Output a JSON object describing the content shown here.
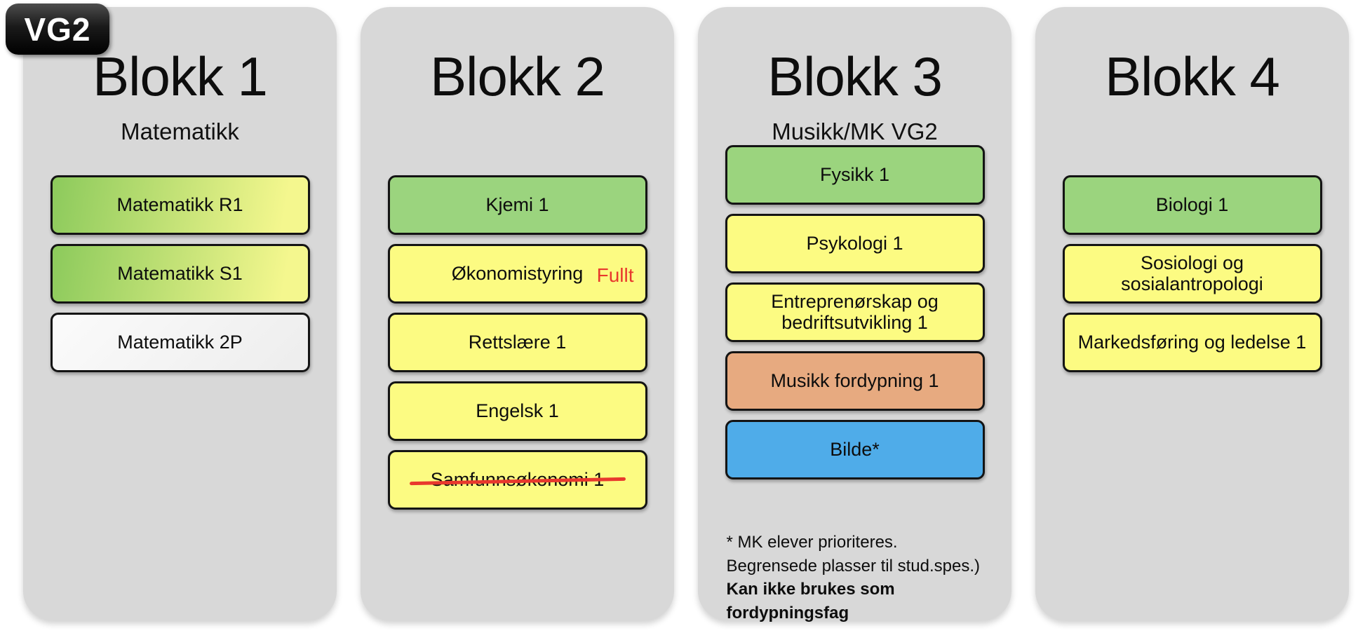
{
  "badge": {
    "label": "VG2"
  },
  "colors": {
    "card_bg": "#D8D8D8",
    "yellow": "#FCFB82",
    "green": "#9BD47E",
    "orange": "#E7AA80",
    "blue": "#4FACE9",
    "red": "#E8382D",
    "gradient_green": "#8CCA5C",
    "gradient_yellow": "#F4F78E"
  },
  "blocks": [
    {
      "title": "Blokk 1",
      "subtitle": "Matematikk",
      "courses": [
        {
          "label": "Matematikk R1",
          "style": "gradient"
        },
        {
          "label": "Matematikk S1",
          "style": "gradient"
        },
        {
          "label": "Matematikk 2P",
          "style": "white"
        }
      ]
    },
    {
      "title": "Blokk 2",
      "subtitle": "",
      "courses": [
        {
          "label": "Kjemi 1",
          "style": "green"
        },
        {
          "label": "Økonomistyring",
          "style": "yellow",
          "tag": "Fullt"
        },
        {
          "label": "Rettslære 1",
          "style": "yellow"
        },
        {
          "label": "Engelsk 1",
          "style": "yellow"
        },
        {
          "label": "Samfunnsøkonomi 1",
          "style": "yellow",
          "struck": true
        }
      ]
    },
    {
      "title": "Blokk 3",
      "subtitle": "Musikk/MK VG2",
      "courses": [
        {
          "label": "Fysikk 1",
          "style": "green"
        },
        {
          "label": "Psykologi 1",
          "style": "yellow"
        },
        {
          "label": "Entreprenørskap og bedriftsutvikling 1",
          "style": "yellow"
        },
        {
          "label": "Musikk fordypning 1",
          "style": "orange"
        },
        {
          "label": "Bilde*",
          "style": "blue"
        }
      ],
      "footnote": {
        "normal": "*  MK elever prioriteres. Begrensede plasser til stud.spes.) ",
        "bold": "Kan ikke brukes som fordypningsfag"
      }
    },
    {
      "title": "Blokk 4",
      "subtitle": "",
      "courses": [
        {
          "label": "Biologi 1",
          "style": "green"
        },
        {
          "label": "Sosiologi og sosialantropologi",
          "style": "yellow"
        },
        {
          "label": "Markedsføring og ledelse 1",
          "style": "yellow"
        }
      ]
    }
  ]
}
